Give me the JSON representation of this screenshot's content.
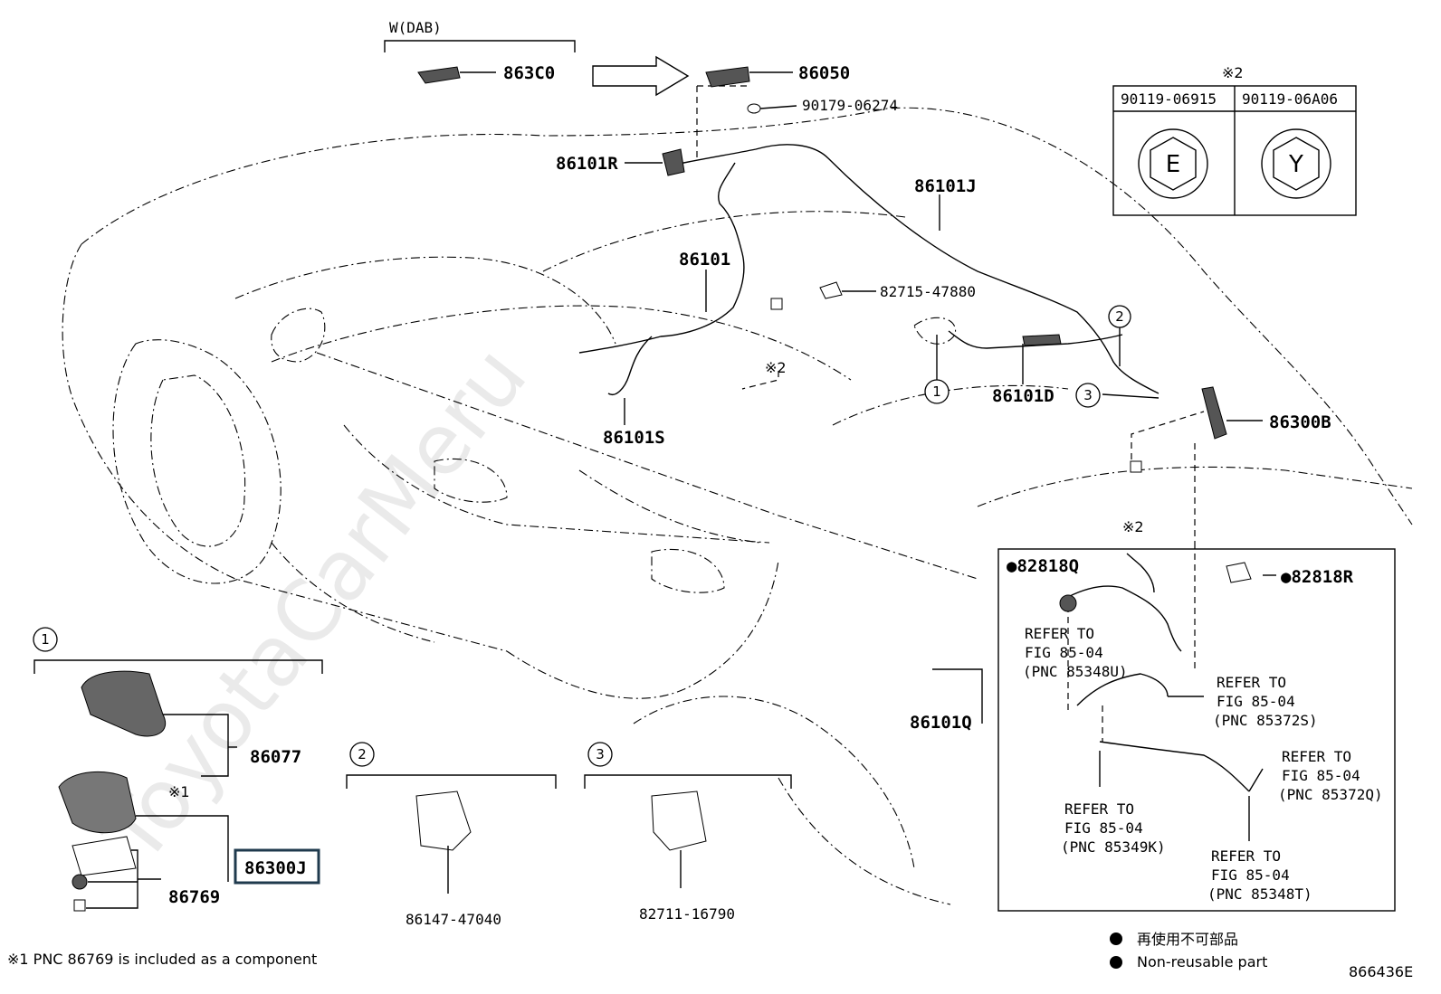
{
  "header": {
    "variant": "W(DAB)"
  },
  "parts": {
    "p863C0": "863C0",
    "p86050": "86050",
    "p9017906274": "90179-06274",
    "p86101R": "86101R",
    "p86101J": "86101J",
    "p86101": "86101",
    "p8271547880": "82715-47880",
    "p86101S": "86101S",
    "p86101D": "86101D",
    "p86300B": "86300B",
    "p82818Q": "●82818Q",
    "p82818R": "●82818R",
    "p86101Q": "86101Q",
    "p86077": "86077",
    "p86300J": "86300J",
    "p86769": "86769",
    "p8614747040": "86147-47040",
    "p8271116790": "82711-16790"
  },
  "bolt_table": {
    "mark": "※2",
    "col1": "90119-06915",
    "col2": "90119-06A06",
    "icon1": "E",
    "icon2": "Y"
  },
  "marks": {
    "m2a": "※2",
    "m2b": "※2",
    "m1": "※1"
  },
  "callouts": {
    "c1": "1",
    "c2": "2",
    "c3": "3"
  },
  "refs": {
    "r1": [
      "REFER TO",
      "FIG 85-04",
      "(PNC 85348U)"
    ],
    "r2": [
      "REFER TO",
      "FIG 85-04",
      "(PNC 85372S)"
    ],
    "r3": [
      "REFER TO",
      "FIG 85-04",
      "(PNC 85372Q)"
    ],
    "r4": [
      "REFER TO",
      "FIG 85-04",
      "(PNC 85349K)"
    ],
    "r5": [
      "REFER TO",
      "FIG 85-04",
      "(PNC 85348T)"
    ]
  },
  "footer": {
    "note1": "※1 PNC 86769 is included as a component",
    "legend_jp": "再使用不可部品",
    "legend_en": "Non-reusable part",
    "figure_id": "866436E"
  },
  "watermark": "ToyotaCarMeru"
}
